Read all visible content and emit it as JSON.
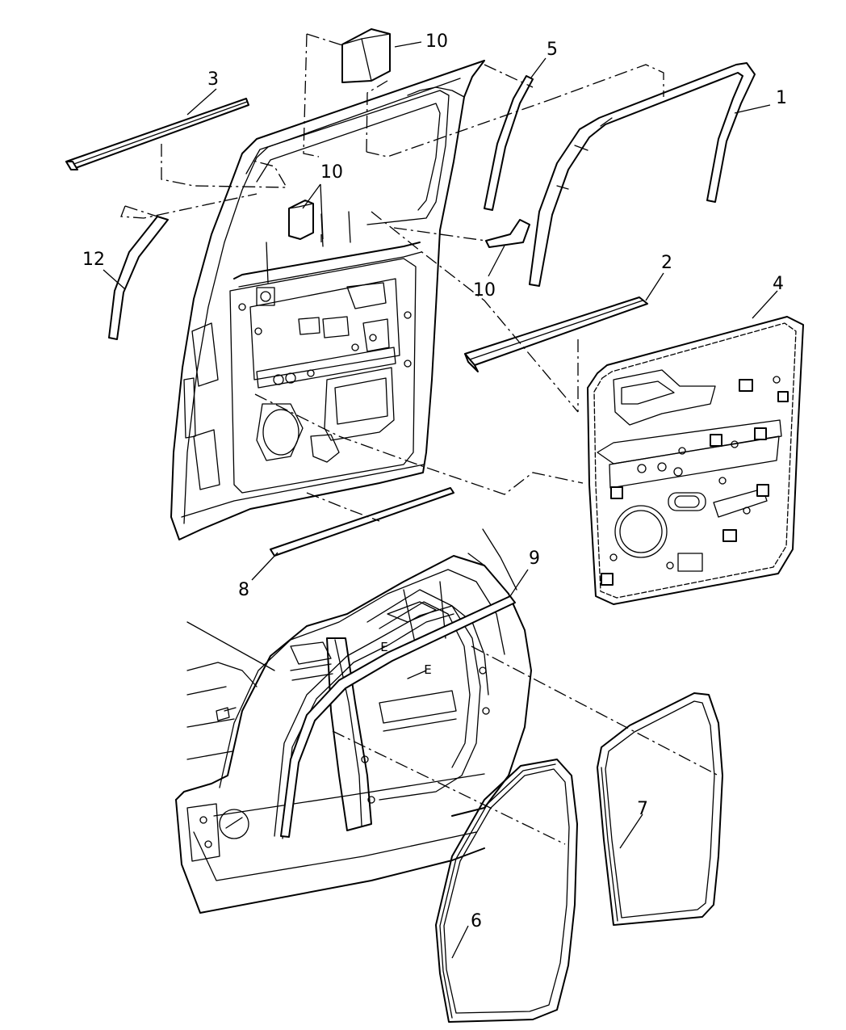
{
  "callouts": {
    "c1": "1",
    "c2": "2",
    "c3": "3",
    "c4": "4",
    "c5": "5",
    "c6": "6",
    "c7": "7",
    "c8": "8",
    "c9": "9",
    "c10a": "10",
    "c10b": "10",
    "c10c": "10",
    "c12": "12"
  },
  "view_labels": {
    "e1": "E",
    "e2": "E"
  }
}
